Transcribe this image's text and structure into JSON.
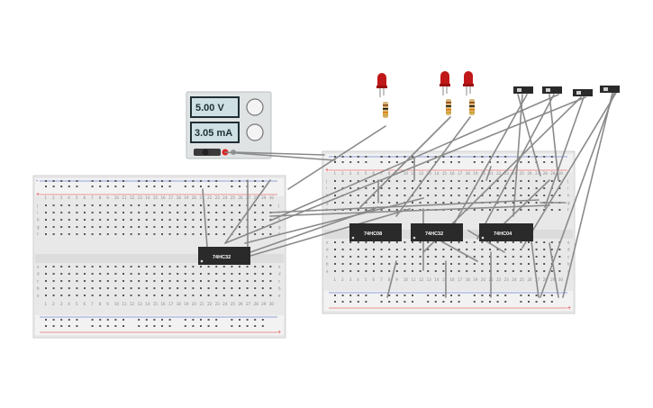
{
  "power_supply": {
    "voltage": "5.00 V",
    "current": "3.05 mA"
  },
  "chips": [
    {
      "label": "74HC32"
    },
    {
      "label": "74HC08"
    },
    {
      "label": "74HC32"
    },
    {
      "label": "74HC04"
    }
  ],
  "breadboards": [
    {
      "columns": 30,
      "rows_top": [
        "j",
        "i",
        "h",
        "g",
        "f"
      ],
      "rows_bottom": [
        "e",
        "d",
        "c",
        "b",
        "a"
      ]
    },
    {
      "columns": 30,
      "rows_top": [
        "j",
        "i",
        "h",
        "g",
        "f"
      ],
      "rows_bottom": [
        "e",
        "d",
        "c",
        "b",
        "a"
      ]
    }
  ],
  "rail_signs": {
    "plus": "+",
    "minus": "-"
  },
  "colors": {
    "wire": "#8a8a8a",
    "rail_red": "#e03030",
    "rail_blue": "#3050c0",
    "led": "#c01818",
    "chip": "#2a2a2a",
    "board": "#eeeeee"
  },
  "components": {
    "leds": 3,
    "resistors": 3,
    "switches": 4
  }
}
